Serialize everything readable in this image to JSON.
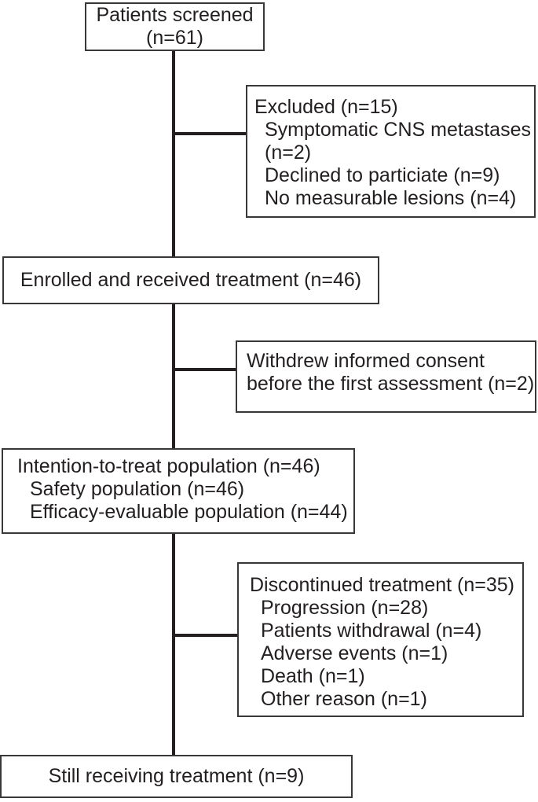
{
  "boxes": {
    "screened": {
      "lines": [
        "Patients screened",
        "(n=61)"
      ]
    },
    "excluded": {
      "title": "Excluded (n=15)",
      "items": [
        "Symptomatic CNS metastases",
        "(n=2)",
        "Declined to particiate (n=9)",
        "No measurable lesions (n=4)"
      ]
    },
    "enrolled": {
      "label": "Enrolled and received treatment (n=46)"
    },
    "withdrew": {
      "lines": [
        "Withdrew informed consent",
        "before the first assessment (n=2)"
      ]
    },
    "itt": {
      "title": "Intention-to-treat population (n=46)",
      "items": [
        "Safety population (n=46)",
        "Efficacy-evaluable population (n=44)"
      ]
    },
    "discontinued": {
      "title": "Discontinued treatment (n=35)",
      "items": [
        "Progression (n=28)",
        "Patients withdrawal (n=4)",
        "Adverse events (n=1)",
        "Death (n=1)",
        "Other reason (n=1)"
      ]
    },
    "still": {
      "label": "Still receiving treatment (n=9)"
    }
  },
  "colors": {
    "line": "#231f20",
    "border": "#3a3738",
    "text": "#231f20",
    "background": "#ffffff"
  }
}
